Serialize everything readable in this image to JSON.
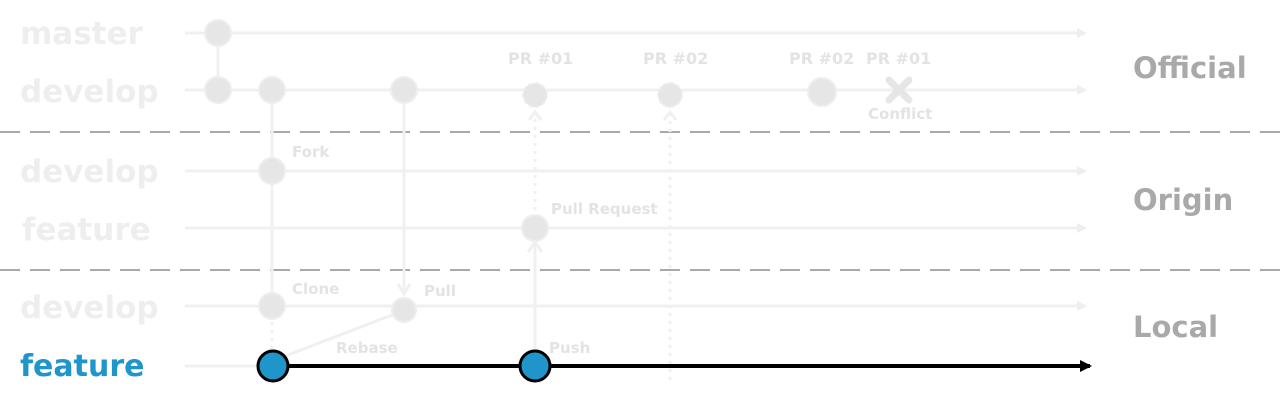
{
  "groups": [
    {
      "label": "Official"
    },
    {
      "label": "Origin"
    },
    {
      "label": "Local"
    }
  ],
  "branches": {
    "official_master": "master",
    "official_develop": "develop",
    "origin_develop": "develop",
    "origin_feature": "feature",
    "local_develop": "develop",
    "local_feature": "feature"
  },
  "annotations": {
    "pr1_top": "PR #01",
    "pr2_top": "PR #02",
    "pr2_merged": "PR #02",
    "pr1_conflict": "PR #01",
    "conflict": "Conflict",
    "fork": "Fork",
    "pull_request": "Pull Request",
    "clone": "Clone",
    "pull": "Pull",
    "rebase": "Rebase",
    "push": "Push"
  },
  "colors": {
    "faded_line": "#f0f0f0",
    "faded_node": "#e6e6e6",
    "active_line": "#000000",
    "active_node": "#1f95c9",
    "separator": "#a9a9a9",
    "group_label": "#a9a9a9",
    "active_label": "#1f95c9"
  }
}
